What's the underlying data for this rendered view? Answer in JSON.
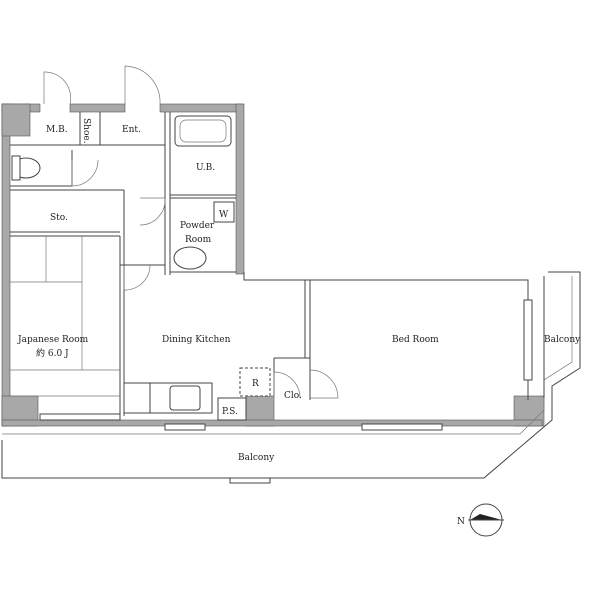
{
  "rooms": {
    "mb": "M.B.",
    "shoe": "Shoe.",
    "ent": "Ent.",
    "ub": "U.B.",
    "w": "W",
    "powder_room_line1": "Powder",
    "powder_room_line2": "Room",
    "sto": "Sto.",
    "japanese_room": "Japanese Room",
    "japanese_room_size": "約 6.0 J",
    "dining_kitchen": "Dining Kitchen",
    "bed_room": "Bed Room",
    "balcony_side": "Balcony",
    "balcony_bottom": "Balcony",
    "clo": "Clo.",
    "ps": "P.S.",
    "r": "R"
  },
  "compass": {
    "label": "N"
  },
  "colors": {
    "wall": "#a8a8a8",
    "line": "#444444",
    "background": "#ffffff"
  }
}
